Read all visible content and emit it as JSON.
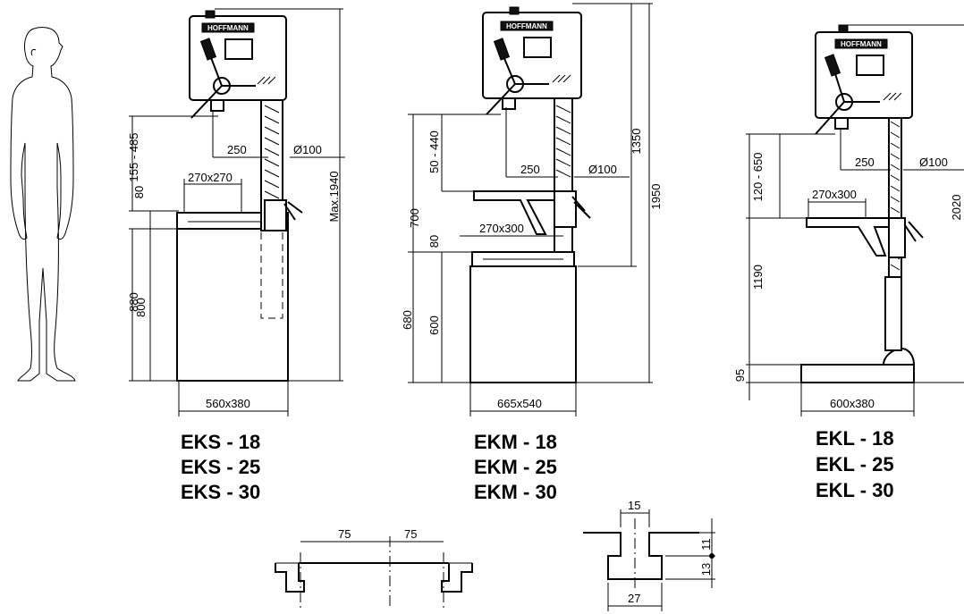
{
  "models": {
    "eks": {
      "lines": [
        "EKS - 18",
        "EKS - 25",
        "EKS - 30"
      ]
    },
    "ekm": {
      "lines": [
        "EKM - 18",
        "EKM - 25",
        "EKM - 30"
      ]
    },
    "ekl": {
      "lines": [
        "EKL - 18",
        "EKL - 25",
        "EKL - 30"
      ]
    }
  },
  "brand_label": "HOFFMANN",
  "dimensions": {
    "eks": {
      "spindle_table": "155 - 485",
      "reach": "250",
      "column_dia": "Ø100",
      "table_thickness": "80",
      "table_size": "270x270",
      "base_height": "880",
      "stand_height": "800",
      "footprint": "560x380",
      "max_height": "Max.1940"
    },
    "ekm": {
      "table_height_total": "700",
      "spindle_table": "50 - 440",
      "reach": "250",
      "column_dia": "Ø100",
      "head_height": "1350",
      "total_height": "1950",
      "table_thickness": "80",
      "table_size": "270x300",
      "base_height": "680",
      "stand_height": "600",
      "footprint": "665x540"
    },
    "ekl": {
      "spindle_table": "120 - 650",
      "reach": "250",
      "column_dia": "Ø100",
      "table_size": "270x300",
      "total_height": "2020",
      "table_height": "1190",
      "base_thickness": "95",
      "footprint": "600x380"
    },
    "slot": {
      "spacing_left": "75",
      "spacing_right": "75",
      "slot_width": "15",
      "slot_depth_top": "11",
      "slot_depth_bottom": "13",
      "slot_bottom_width": "27"
    }
  }
}
